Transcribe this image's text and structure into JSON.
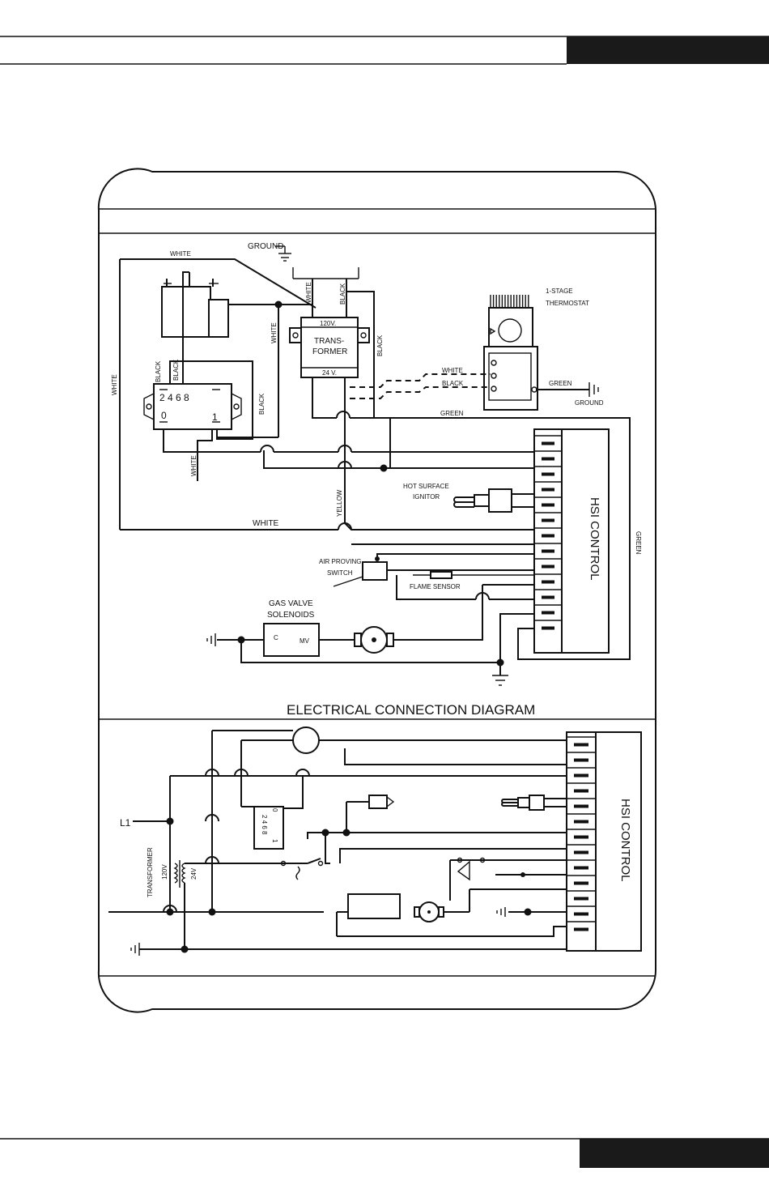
{
  "labels": {
    "ground": "GROUND",
    "white": "WHITE",
    "black": "BLACK",
    "green": "GREEN",
    "yellow": "YELLOW",
    "v120": "120V.",
    "trans1": "TRANS-",
    "trans2": "FORMER",
    "v24": "24 V.",
    "thermostat1": "1-STAGE",
    "thermostat2": "THERMOSTAT",
    "hot_surface1": "HOT SURFACE",
    "hot_surface2": "IGNITOR",
    "hsi_control": "HSI CONTROL",
    "air_proving1": "AIR PROVING",
    "air_proving2": "SWITCH",
    "flame_sensor": "FLAME SENSOR",
    "gas_valve1": "GAS VALVE",
    "gas_valve2": "SOLENOIDS",
    "c": "C",
    "mv": "MV",
    "relay_top": "2  4   6  8",
    "relay_0": "0",
    "relay_1": "1",
    "title": "ELECTRICAL CONNECTION DIAGRAM",
    "l1": "L1",
    "transformer": "TRANSFORMER",
    "v120b": "120V",
    "v24b": "24V",
    "relay2_a": "0",
    "relay2_b": "2 4 6 8",
    "relay2_c": "1",
    "hsi_control_2": "HSI CONTROL"
  },
  "colors": {
    "ink": "#111111",
    "header_bar": "#1a1a1a"
  }
}
